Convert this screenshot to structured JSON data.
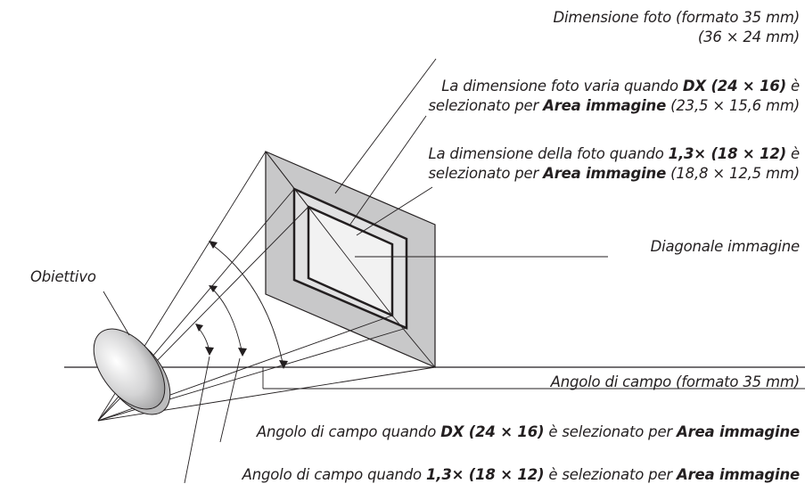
{
  "labels": {
    "photo_size_35mm": {
      "line1": "Dimensione foto (formato 35 mm)",
      "line2": "(36 × 24 mm)"
    },
    "dx_size": {
      "l1_pre": "La dimensione foto varia quando ",
      "l1_bold": "DX (24 × 16)",
      "l1_post": " è",
      "l2_pre": "selezionato per ",
      "l2_bold": "Area immagine",
      "l2_post": " (23,5 × 15,6 mm)"
    },
    "crop13_size": {
      "l1_pre": "La dimensione della foto quando ",
      "l1_bold": "1,3× (18 × 12)",
      "l1_post": " è",
      "l2_pre": "selezionato per ",
      "l2_bold": "Area immagine",
      "l2_post": " (18,8 × 12,5 mm)"
    },
    "diagonal": "Diagonale immagine",
    "lens": "Obiettivo",
    "angle_35mm": "Angolo di campo (formato 35 mm)",
    "angle_dx": {
      "pre": "Angolo di campo quando ",
      "bold1": "DX (24 × 16)",
      "mid": " è selezionato per ",
      "bold2": "Area immagine"
    },
    "angle_13": {
      "pre": "Angolo di campo quando ",
      "bold1": "1,3× (18 × 12)",
      "mid": " è selezionato per ",
      "bold2": "Area immagine"
    }
  },
  "colors": {
    "line": "#231f20",
    "frame_35mm": "#c8c8c9",
    "frame_dx": "#e1e1e2",
    "frame_13": "#f2f2f2",
    "lens": "#d9d9da"
  }
}
